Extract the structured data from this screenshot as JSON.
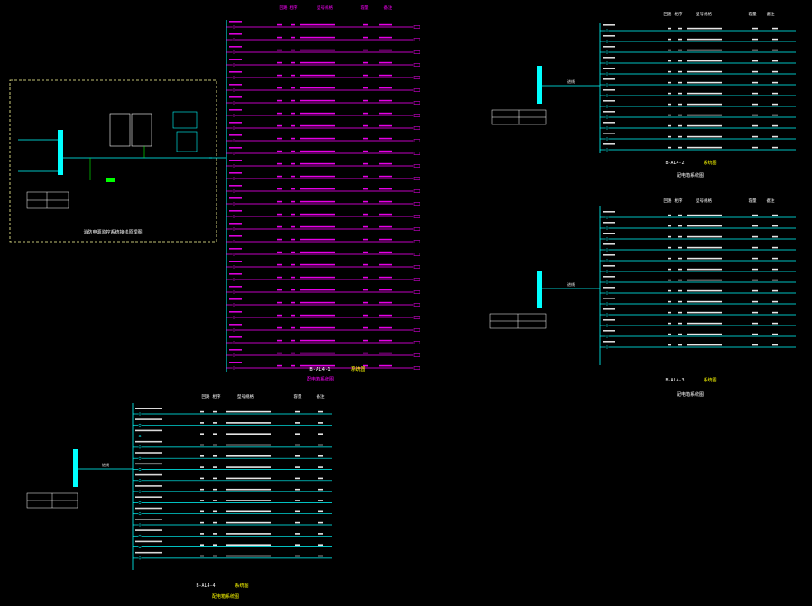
{
  "colors": {
    "background": "#000000",
    "magenta": "#ff00ff",
    "cyan": "#00ffff",
    "white": "#ffffff",
    "yellow": "#ffff00",
    "green": "#00ff00",
    "dash_frame": "#ffff99"
  },
  "panel_magenta": {
    "headers": [
      "回路",
      "相序",
      "型号规格",
      "容量",
      "备注"
    ],
    "row_count": 28,
    "title_left": "B-AL4-1",
    "title_right": "系统图",
    "subtitle": "配电箱系统图"
  },
  "panel_top_right": {
    "headers": [
      "回路",
      "相序",
      "型号规格",
      "容量",
      "备注"
    ],
    "row_count": 12,
    "incoming_label": "进线",
    "title_left": "B-AL4-2",
    "title_right": "系统图",
    "subtitle": "配电箱系统图"
  },
  "panel_mid_right": {
    "headers": [
      "回路",
      "相序",
      "型号规格",
      "容量",
      "备注"
    ],
    "row_count": 13,
    "incoming_label": "进线",
    "title_left": "B-AL4-3",
    "title_right": "系统图",
    "subtitle": "配电箱系统图"
  },
  "panel_bottom": {
    "headers": [
      "回路",
      "相序",
      "型号规格",
      "容量",
      "备注"
    ],
    "row_count": 14,
    "incoming_label": "进线",
    "title_left": "B-AL4-4",
    "title_right": "系统图",
    "subtitle": "配电箱系统图"
  },
  "dashed_frame": {
    "note": "消防电源监控系统接线原理图"
  }
}
